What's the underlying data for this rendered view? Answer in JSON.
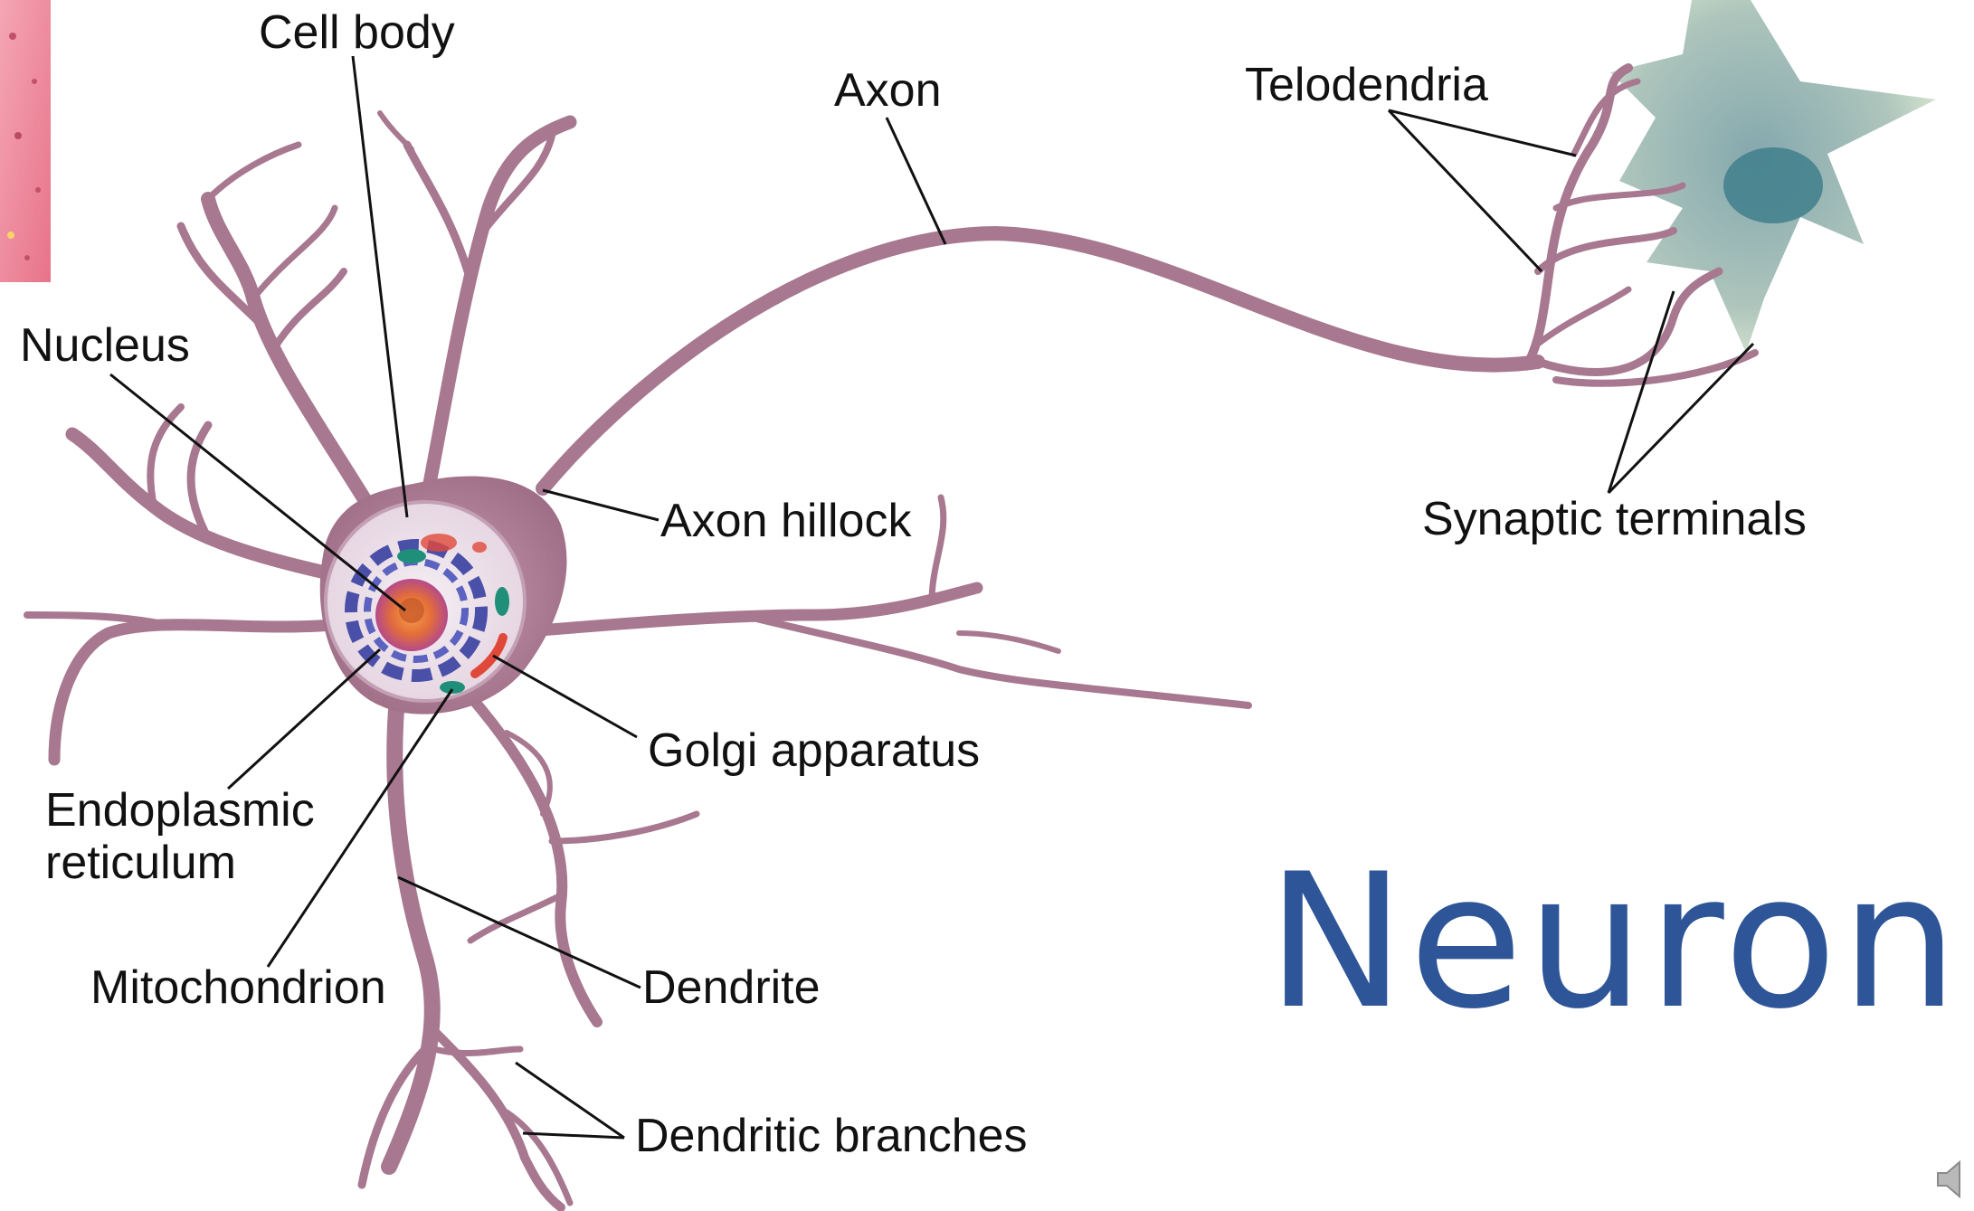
{
  "title": "Neuron",
  "labels": {
    "cell_body": "Cell body",
    "axon": "Axon",
    "telodendria": "Telodendria",
    "nucleus": "Nucleus",
    "axon_hillock": "Axon hillock",
    "synaptic_terminals": "Synaptic terminals",
    "golgi_apparatus": "Golgi apparatus",
    "endoplasmic_reticulum_line1": "Endoplasmic",
    "endoplasmic_reticulum_line2": "reticulum",
    "mitochondrion": "Mitochondrion",
    "dendrite": "Dendrite",
    "dendritic_branches": "Dendritic branches"
  },
  "colors": {
    "neuron_body": "#a77890",
    "neuron_light": "#c9a3b5",
    "dendrite_tip": "#aab4d6",
    "nucleus_blue": "#4a4fa8",
    "nucleolus": "#e4812a",
    "mitochondria_green": "#1f8f7a",
    "golgi_red": "#e0493a",
    "target_cell": "#8fb0b3",
    "target_nucleus": "#3f7f8c",
    "title_blue": "#2e5597",
    "histology_pink": "#ef8fa0"
  },
  "icons": {
    "speaker": "speaker-icon"
  }
}
